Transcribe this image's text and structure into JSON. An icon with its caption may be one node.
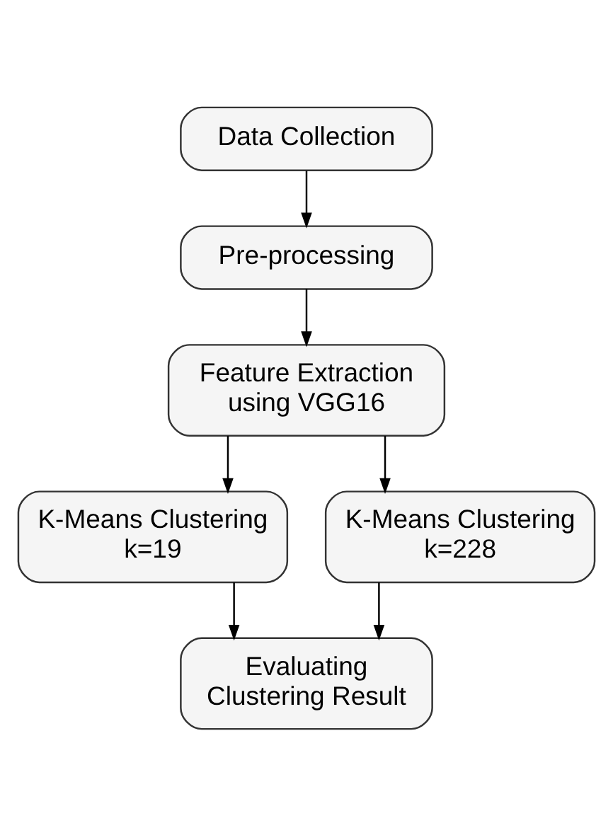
{
  "diagram": {
    "nodes": [
      {
        "text": [
          "Data Collection"
        ]
      },
      {
        "text": [
          "Pre-processing"
        ]
      },
      {
        "text": [
          "Feature Extraction using VGG16"
        ]
      },
      {
        "text": [
          "K-Means Clustering k=19"
        ]
      },
      {
        "text": [
          "K-Means Clustering k=228"
        ]
      },
      {
        "text": [
          "Evaluating Clustering Result"
        ]
      }
    ],
    "edges": [
      {
        "from": 0,
        "to": 1,
        "arrow": "to"
      },
      {
        "from": 1,
        "to": 2,
        "arrow": "to"
      },
      {
        "from": 2,
        "to": 3,
        "arrow": "to"
      },
      {
        "from": 2,
        "to": 4,
        "arrow": "to"
      },
      {
        "from": 3,
        "to": 5,
        "arrow": "to"
      },
      {
        "from": 4,
        "to": 5,
        "arrow": "to"
      }
    ]
  }
}
